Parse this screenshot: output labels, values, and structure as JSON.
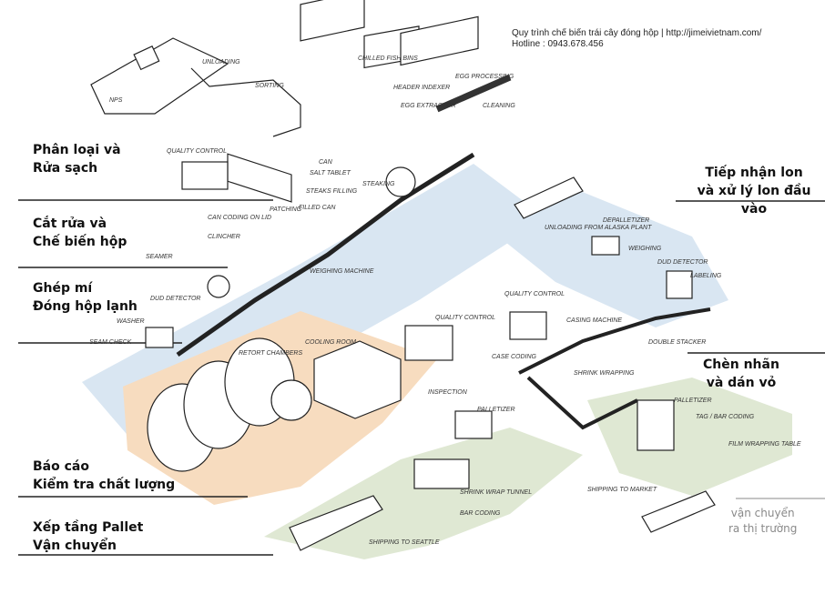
{
  "header": {
    "line1": "Quy trình chế biến trái cây đóng hộp | http://jimeivietnam.com/",
    "line2": "Hotline : 0943.678.456"
  },
  "stage_labels": [
    {
      "line1": "Phân loại và",
      "line2": "Rửa sạch"
    },
    {
      "line1": "Cắt rửa và",
      "line2": "Chế biến hộp"
    },
    {
      "line1": "Ghép mí",
      "line2": "Đóng hộp lạnh"
    },
    {
      "line1": "Báo cáo",
      "line2": "Kiểm tra chất lượng"
    },
    {
      "line1": "Xếp tầng Pallet",
      "line2": "Vận chuyển"
    },
    {
      "line1": "Tiếp nhận lon",
      "line2": "và xử lý lon đầu vào"
    },
    {
      "line1": "Chèn nhãn",
      "line2": "và dán vỏ"
    },
    {
      "line1": "vận chuyển",
      "line2": "ra thị trường"
    }
  ],
  "diagram_labels": {
    "unloading": "UNLOADING",
    "sorting": "SORTING",
    "chilled_fish_bins": "CHILLED FISH BINS",
    "header_indexer": "HEADER INDEXER",
    "egg_extractor": "EGG EXTRACTOR",
    "egg_processing": "EGG PROCESSING",
    "cleaning": "CLEANING",
    "quality_control_1": "QUALITY CONTROL",
    "can": "CAN",
    "salt_tablet": "SALT TABLET",
    "steaks_filling": "STEAKS FILLING",
    "steaking": "STEAKING",
    "can_coding_on_lid": "CAN CODING ON LID",
    "patching": "PATCHING",
    "filled_can": "FILLED CAN",
    "clincher": "CLINCHER",
    "weighing_machine": "WEIGHING MACHINE",
    "seamer": "SEAMER",
    "dud_detector_1": "DUD DETECTOR",
    "washer": "WASHER",
    "seam_check": "SEAM CHECK",
    "retort_chambers": "RETORT CHAMBERS",
    "cooling_room": "COOLING ROOM",
    "quality_control_2": "QUALITY CONTROL",
    "inspection": "INSPECTION",
    "palletizer_1": "PALLETIZER",
    "shrink_wrap_tunnel": "SHRINK WRAP TUNNEL",
    "bar_coding": "BAR CODING",
    "shipping_to_seattle": "SHIPPING TO SEATTLE",
    "unloading_from_alaska_plant": "UNLOADING FROM ALASKA PLANT",
    "depalletizer": "DEPALLETIZER",
    "weighing": "WEIGHING",
    "dud_detector_2": "DUD DETECTOR",
    "labeling": "LABELING",
    "quality_control_3": "QUALITY CONTROL",
    "casing_machine": "CASING MACHINE",
    "double_stacker": "DOUBLE STACKER",
    "case_coding": "CASE CODING",
    "shrink_wrapping": "SHRINK WRAPPING",
    "palletizer_2": "PALLETIZER",
    "tag_bar_coding": "TAG / BAR CODING",
    "film_wrapping_table": "FILM WRAPPING TABLE",
    "shipping_to_market": "SHIPPING TO MARKET",
    "ship_name": "NPS"
  },
  "colors": {
    "blue_zone": "#d9e6f2",
    "orange_zone": "#f7dcbf",
    "green_zone": "#dfe8d3",
    "line": "#222222"
  }
}
